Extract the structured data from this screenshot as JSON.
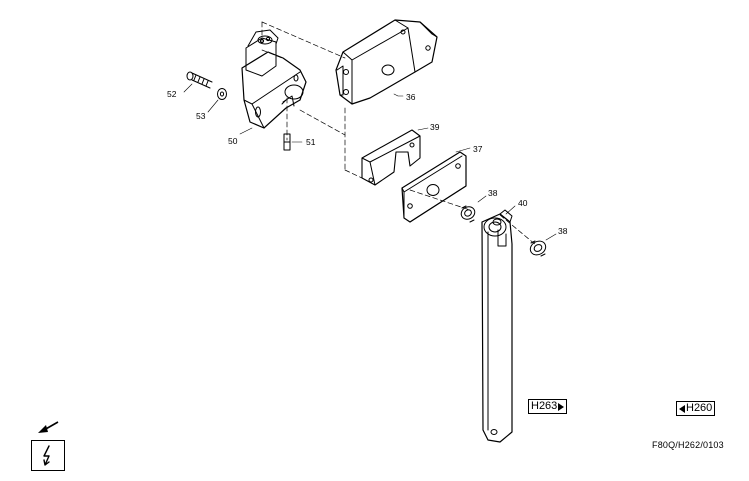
{
  "callouts": {
    "c36": "36",
    "c37": "37",
    "c38a": "38",
    "c38b": "38",
    "c39": "39",
    "c40": "40",
    "c50": "50",
    "c51": "51",
    "c52": "52",
    "c53": "53"
  },
  "references": {
    "next": "H263",
    "prev": "H260"
  },
  "drawing_code": "F80Q/H262/0103",
  "icons": {
    "direction": "arrow-down-left-icon",
    "electrical": "lightning-bolt-icon"
  }
}
